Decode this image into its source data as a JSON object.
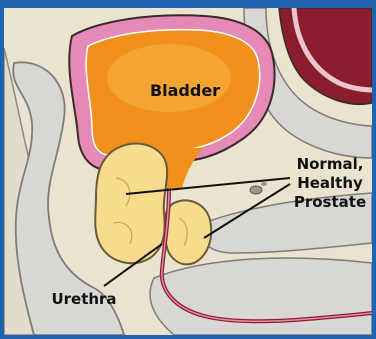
{
  "labels": {
    "bladder": "Bladder",
    "prostate_line1": "Normal,",
    "prostate_line2": "Healthy",
    "prostate_line3": "Prostate",
    "urethra": "Urethra"
  },
  "colors": {
    "frame_border": "#1e63b0",
    "background": "#e9e3cf",
    "bladder_fill": "#f2901c",
    "bladder_wall": "#e58ab6",
    "prostate": "#f6dc8c",
    "tissue_grey": "#d9d7d4",
    "dark_red": "#8a1d2e"
  }
}
